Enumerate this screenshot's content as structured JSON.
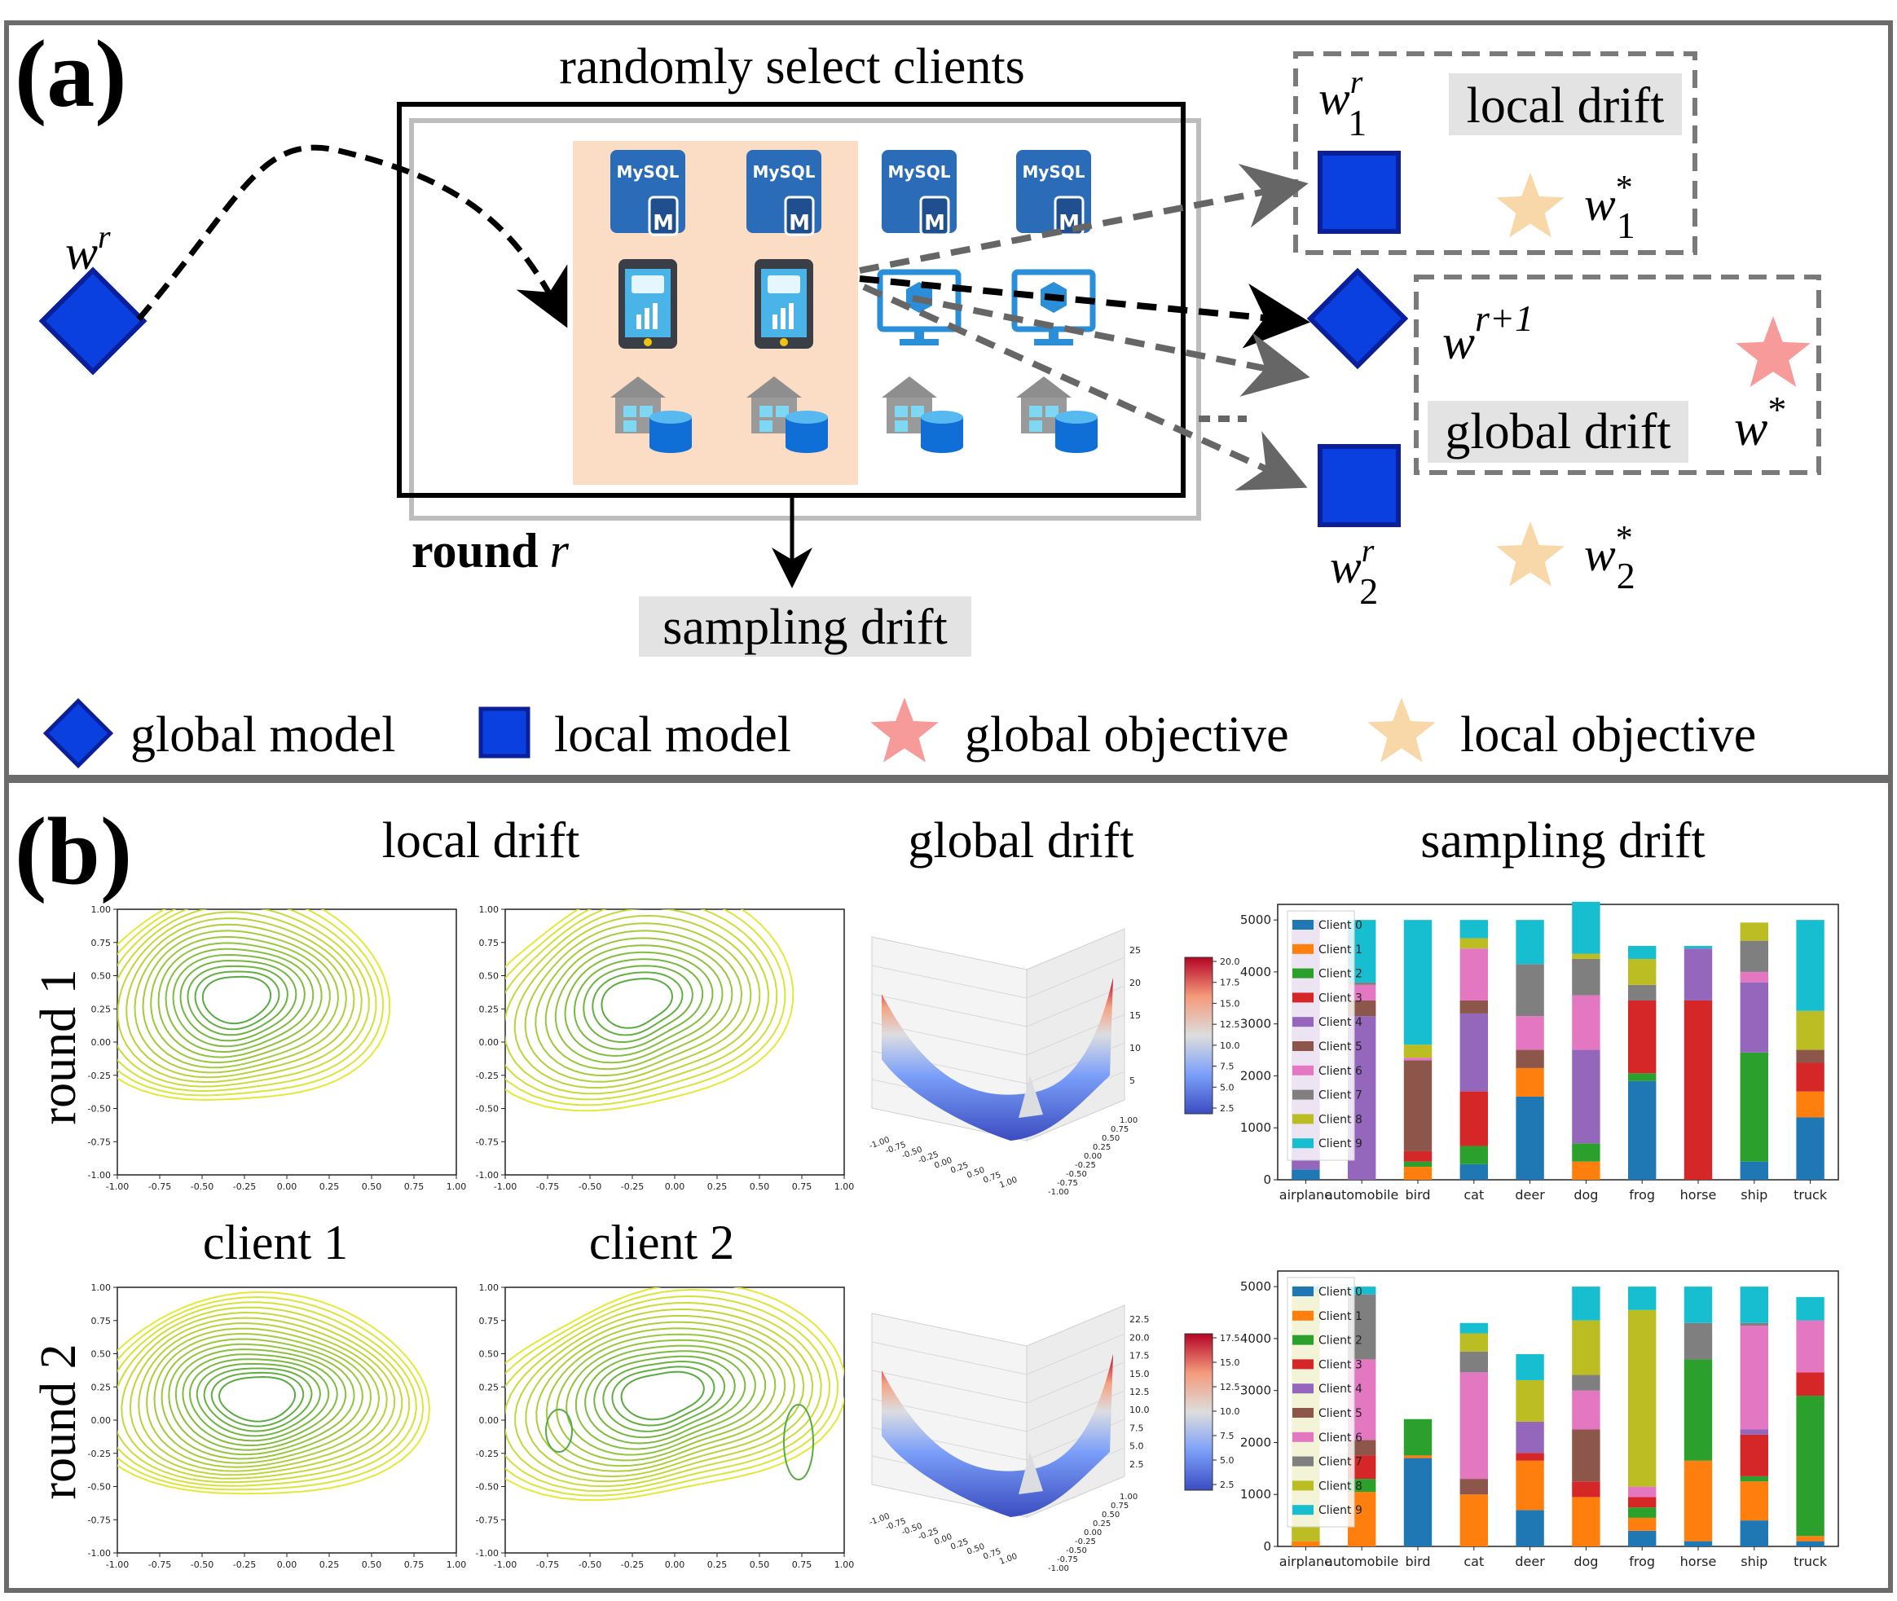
{
  "panel_a": {
    "label": "(a)",
    "title": "randomly select clients",
    "wr": {
      "base": "w",
      "sup": "r"
    },
    "round_label": {
      "bold": "round",
      "italic": "r"
    },
    "sampling_drift": "sampling drift",
    "local_drift": "local drift",
    "global_drift": "global drift",
    "w1r": {
      "base": "w",
      "sup": "r",
      "sub": "1"
    },
    "w1star": {
      "base": "w",
      "sup": "*",
      "sub": "1"
    },
    "w2r": {
      "base": "w",
      "sup": "r",
      "sub": "2"
    },
    "w2star": {
      "base": "w",
      "sup": "*",
      "sub": "2"
    },
    "wr1": {
      "base": "w",
      "sup": "r+1"
    },
    "wstar": {
      "base": "w",
      "sup": "*"
    },
    "db_label": "MySQL",
    "db_badge": "M",
    "legend": {
      "global_model": "global model",
      "local_model": "local model",
      "global_objective": "global objective",
      "local_objective": "local objective"
    },
    "colors": {
      "model_fill": "#0a3fe0",
      "model_stroke": "#0b1f9a",
      "global_star": "#f79a9a",
      "local_star": "#f8d7a8",
      "highlight": "#fbdcc4",
      "label_bg": "#e3e3e3"
    }
  },
  "panel_b": {
    "label": "(b)",
    "col_local": "local drift",
    "col_global": "global drift",
    "col_sampling": "sampling drift",
    "row1": "round 1",
    "row2": "round 2",
    "client1": "client 1",
    "client2": "client 2"
  },
  "contour_axes": {
    "ticks": [
      "-1.00",
      "-0.75",
      "-0.50",
      "-0.25",
      "0.00",
      "0.25",
      "0.50",
      "0.75",
      "1.00"
    ]
  },
  "surface_axes": {
    "round1": {
      "z_ticks": [
        "5",
        "10",
        "15",
        "20",
        "25"
      ],
      "cbar_ticks": [
        "2.5",
        "5.0",
        "7.5",
        "10.0",
        "12.5",
        "15.0",
        "17.5",
        "20.0"
      ]
    },
    "round2": {
      "z_ticks": [
        "2.5",
        "5.0",
        "7.5",
        "10.0",
        "12.5",
        "15.0",
        "17.5",
        "20.0",
        "22.5"
      ],
      "cbar_ticks": [
        "2.5",
        "5.0",
        "7.5",
        "10.0",
        "12.5",
        "15.0",
        "17.5"
      ]
    },
    "xy_ticks": [
      "-1.00",
      "-0.75",
      "-0.50",
      "-0.25",
      "0.00",
      "0.25",
      "0.50",
      "0.75",
      "1.00"
    ]
  },
  "chart_data": [
    {
      "type": "bar",
      "stacked": true,
      "categories": [
        "airplane",
        "automobile",
        "bird",
        "cat",
        "deer",
        "dog",
        "frog",
        "horse",
        "ship",
        "truck"
      ],
      "series_names": [
        "Client 0",
        "Client 1",
        "Client 2",
        "Client 3",
        "Client 4",
        "Client 5",
        "Client 6",
        "Client 7",
        "Client 8",
        "Client 9"
      ],
      "colors": [
        "#1f77b4",
        "#ff7f0e",
        "#2ca02c",
        "#d62728",
        "#9467bd",
        "#8c564b",
        "#e377c2",
        "#7f7f7f",
        "#bcbd22",
        "#17becf"
      ],
      "stacks": [
        [
          200,
          0,
          0,
          0,
          4800,
          0,
          0,
          0,
          0,
          0
        ],
        [
          0,
          0,
          0,
          0,
          3150,
          300,
          300,
          50,
          0,
          1200
        ],
        [
          0,
          250,
          100,
          200,
          0,
          1750,
          50,
          0,
          250,
          2400
        ],
        [
          300,
          0,
          350,
          1050,
          1500,
          250,
          1000,
          0,
          200,
          350
        ],
        [
          1600,
          550,
          0,
          0,
          0,
          350,
          650,
          1000,
          0,
          850
        ],
        [
          0,
          350,
          350,
          0,
          1800,
          0,
          1050,
          700,
          100,
          1000
        ],
        [
          1900,
          0,
          150,
          1400,
          0,
          0,
          0,
          300,
          500,
          250
        ],
        [
          0,
          0,
          0,
          3450,
          1000,
          0,
          0,
          0,
          0,
          50
        ],
        [
          350,
          0,
          2100,
          0,
          1350,
          0,
          200,
          600,
          350,
          0
        ],
        [
          1200,
          500,
          0,
          550,
          0,
          250,
          0,
          0,
          750,
          1750
        ]
      ],
      "yticks": [
        0,
        1000,
        2000,
        3000,
        4000,
        5000
      ],
      "ylim": [
        0,
        5300
      ]
    },
    {
      "type": "bar",
      "stacked": true,
      "categories": [
        "airplane",
        "automobile",
        "bird",
        "cat",
        "deer",
        "dog",
        "frog",
        "horse",
        "ship",
        "truck"
      ],
      "series_names": [
        "Client 0",
        "Client 1",
        "Client 2",
        "Client 3",
        "Client 4",
        "Client 5",
        "Client 6",
        "Client 7",
        "Client 8",
        "Client 9"
      ],
      "colors": [
        "#1f77b4",
        "#ff7f0e",
        "#2ca02c",
        "#d62728",
        "#9467bd",
        "#8c564b",
        "#e377c2",
        "#7f7f7f",
        "#bcbd22",
        "#17becf"
      ],
      "stacks": [
        [
          0,
          100,
          0,
          0,
          0,
          0,
          0,
          0,
          4800,
          100
        ],
        [
          0,
          1050,
          250,
          450,
          0,
          300,
          1550,
          1250,
          0,
          150
        ],
        [
          1700,
          50,
          700,
          0,
          0,
          0,
          0,
          0,
          0,
          0
        ],
        [
          0,
          1000,
          0,
          0,
          0,
          300,
          2050,
          400,
          350,
          200
        ],
        [
          700,
          950,
          0,
          150,
          600,
          0,
          0,
          0,
          800,
          500
        ],
        [
          0,
          950,
          0,
          300,
          0,
          1000,
          750,
          300,
          1050,
          650
        ],
        [
          300,
          250,
          200,
          200,
          0,
          0,
          200,
          0,
          3400,
          450
        ],
        [
          100,
          1550,
          1950,
          0,
          0,
          0,
          0,
          700,
          0,
          700
        ],
        [
          500,
          750,
          100,
          800,
          100,
          0,
          2000,
          50,
          0,
          700
        ],
        [
          100,
          100,
          2700,
          450,
          0,
          0,
          1000,
          0,
          0,
          450
        ]
      ],
      "yticks": [
        0,
        1000,
        2000,
        3000,
        4000,
        5000
      ],
      "ylim": [
        0,
        5300
      ]
    }
  ]
}
